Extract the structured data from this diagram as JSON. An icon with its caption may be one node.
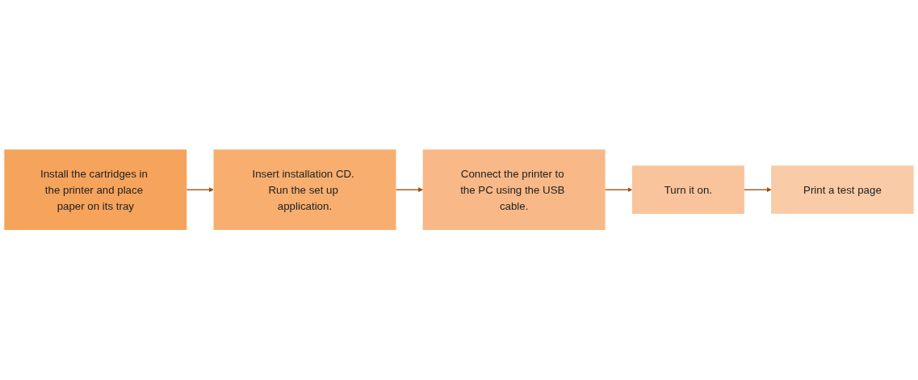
{
  "diagram": {
    "nodes": [
      {
        "text": [
          "Install the cartridges in the printer and place paper on its tray"
        ]
      },
      {
        "text": [
          "Insert installation CD. Run the set up application."
        ]
      },
      {
        "text": [
          "Connect the printer to the PC using the USB cable."
        ]
      },
      {
        "text": [
          "Turn it on."
        ]
      },
      {
        "text": [
          "Print a test page"
        ]
      }
    ],
    "edges": [
      {
        "from": 0,
        "to": 1,
        "arrow": "to"
      },
      {
        "from": 1,
        "to": 2,
        "arrow": "to"
      },
      {
        "from": 2,
        "to": 3,
        "arrow": "to"
      },
      {
        "from": 3,
        "to": 4,
        "arrow": "to"
      }
    ]
  }
}
